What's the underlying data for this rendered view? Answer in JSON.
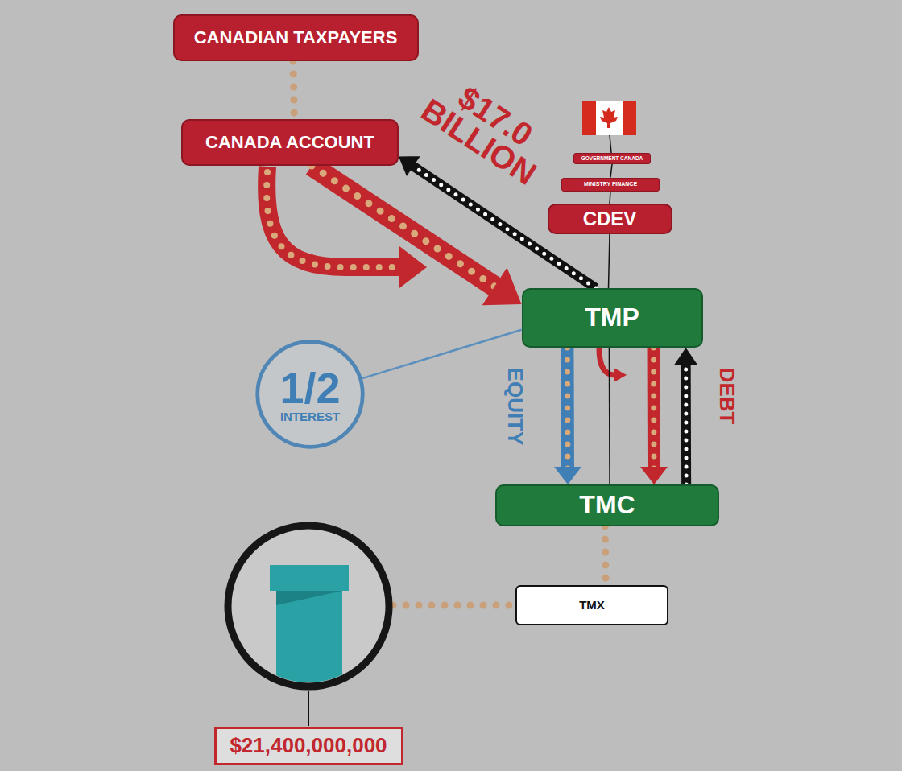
{
  "diagram": {
    "nodes": [
      {
        "text": [
          "CANADIAN TAXPAYERS"
        ]
      },
      {
        "text": [
          "CANADA ACCOUNT"
        ]
      },
      {
        "text": [
          "GOVERNMENT CANADA"
        ]
      },
      {
        "text": [
          "MINISTRY FINANCE"
        ]
      },
      {
        "text": [
          "CDEV"
        ]
      },
      {
        "text": [
          "TMP"
        ]
      },
      {
        "text": [
          "1/2",
          "INTEREST"
        ]
      },
      {
        "text": [
          "TMC"
        ]
      },
      {
        "text": [
          "TMX"
        ]
      },
      {
        "text": [
          "$21,400,000,000"
        ]
      }
    ],
    "edges": [
      {
        "from": 0,
        "to": 1,
        "arrow": "none"
      },
      {
        "from": 1,
        "to": 5,
        "arrow": "to"
      },
      {
        "from": 5,
        "to": 1,
        "label": "$17.0 BILLION",
        "arrow": "to"
      },
      {
        "from": 2,
        "to": 3,
        "arrow": "none"
      },
      {
        "from": 3,
        "to": 4,
        "arrow": "none"
      },
      {
        "from": 4,
        "to": 5,
        "arrow": "none"
      },
      {
        "from": 6,
        "to": 5,
        "arrow": "none"
      },
      {
        "from": 5,
        "to": 7,
        "label": "EQUITY",
        "arrow": "to"
      },
      {
        "from": 5,
        "to": 7,
        "label": "DEBT",
        "arrow": "to"
      },
      {
        "from": 7,
        "to": 5,
        "arrow": "to"
      },
      {
        "from": 5,
        "to": 7,
        "arrow": "none"
      },
      {
        "from": 7,
        "to": 8,
        "arrow": "none"
      }
    ]
  }
}
